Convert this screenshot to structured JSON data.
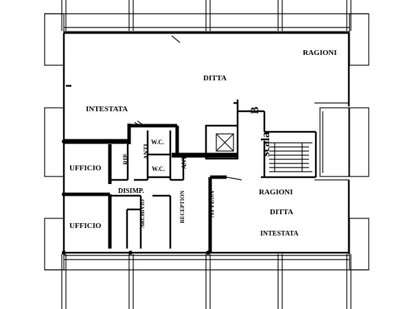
{
  "labels": {
    "ragioni_top": "RAGIONI",
    "ditta_top": "DITTA",
    "intestata_top": "INTESTATA",
    "b_marker": "B",
    "scala": "scala",
    "ufficio_1": "UFFICIO",
    "ufficio_2": "UFFICIO",
    "rip": "RIP.",
    "anti_1": "ANTI",
    "wc_1": "W.C.",
    "wc_2": "W.C.",
    "anti_2": "ANTI",
    "disimp": "DISIMP.",
    "archivio": "ARCHIVIO",
    "reception": "RECEPTION",
    "attesa": "ATTESA",
    "ragioni_bottom": "RAGIONI",
    "ditta_bottom": "DITTA",
    "intestata_bottom": "INTESTATA"
  }
}
